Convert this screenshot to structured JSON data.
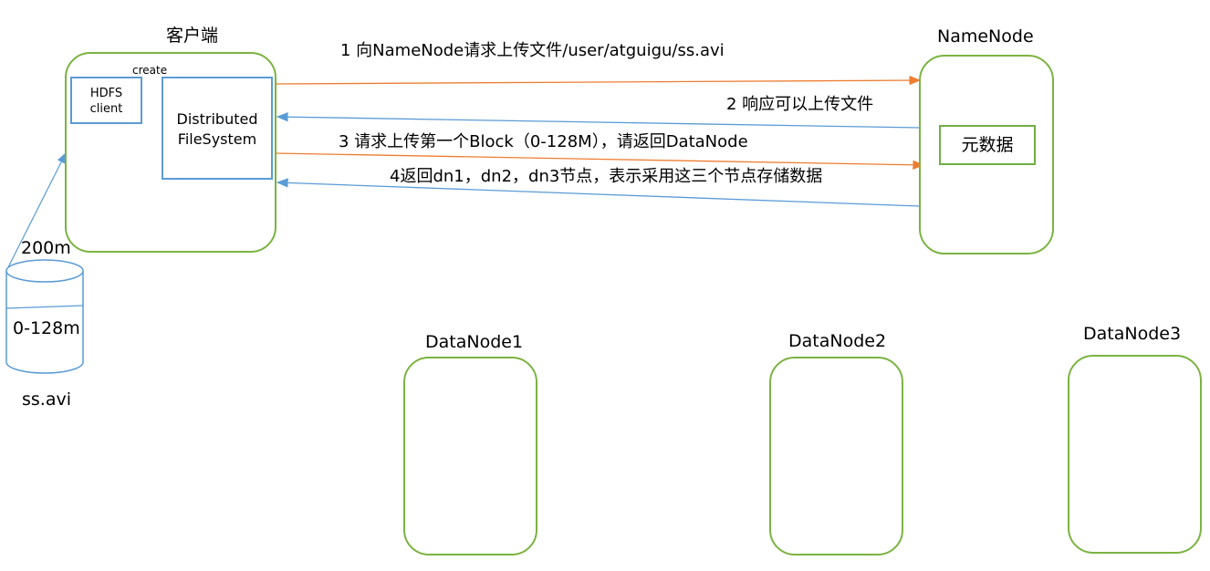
{
  "client": {
    "title": "客户端",
    "create_label": "create",
    "hdfs_client": {
      "line1": "HDFS",
      "line2": "client"
    },
    "dfs": {
      "line1": "Distributed",
      "line2": "FileSystem"
    }
  },
  "namenode": {
    "title": "NameNode",
    "metadata": "元数据"
  },
  "messages": [
    {
      "text": "1 向NameNode请求上传文件/user/atguigu/ss.avi",
      "direction": "to-namenode"
    },
    {
      "text": "2 响应可以上传文件",
      "direction": "to-client"
    },
    {
      "text": "3 请求上传第一个Block（0-128M），请返回DataNode",
      "direction": "to-namenode"
    },
    {
      "text": "4返回dn1，dn2，dn3节点，表示采用这三个节点存储数据",
      "direction": "to-client"
    }
  ],
  "file": {
    "size_label": "200m",
    "block_label": "0-128m",
    "name": "ss.avi"
  },
  "datanodes": [
    {
      "title": "DataNode1"
    },
    {
      "title": "DataNode2"
    },
    {
      "title": "DataNode3"
    }
  ],
  "colors": {
    "node_border": "#7cb342",
    "client_box": "#5b9bd5",
    "request_arrow": "#ed7d31",
    "response_arrow": "#5b9bd5"
  }
}
